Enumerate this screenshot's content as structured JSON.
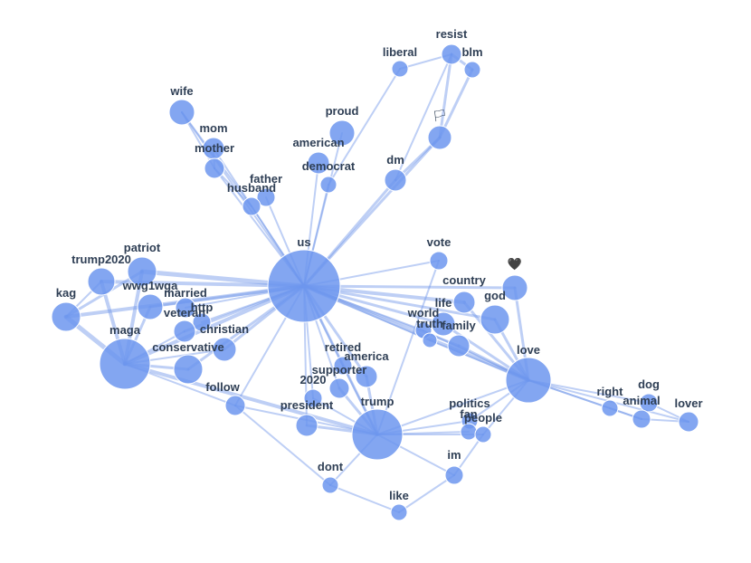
{
  "network": {
    "nodes": [
      {
        "id": "us",
        "label": "us",
        "size": 40
      },
      {
        "id": "trump",
        "label": "trump",
        "size": 28
      },
      {
        "id": "maga",
        "label": "maga",
        "size": 28
      },
      {
        "id": "love",
        "label": "love",
        "size": 25
      },
      {
        "id": "kag",
        "label": "kag",
        "size": 16
      },
      {
        "id": "trump2020",
        "label": "trump2020",
        "size": 15
      },
      {
        "id": "patriot",
        "label": "patriot",
        "size": 16
      },
      {
        "id": "wwg1wga",
        "label": "wwg1wga",
        "size": 14
      },
      {
        "id": "married",
        "label": "married",
        "size": 11
      },
      {
        "id": "http",
        "label": "http",
        "size": 10
      },
      {
        "id": "veteran",
        "label": "veteran",
        "size": 12
      },
      {
        "id": "christian",
        "label": "christian",
        "size": 13
      },
      {
        "id": "conservative",
        "label": "conservative",
        "size": 16
      },
      {
        "id": "follow",
        "label": "follow",
        "size": 11
      },
      {
        "id": "wife",
        "label": "wife",
        "size": 14
      },
      {
        "id": "mom",
        "label": "mom",
        "size": 12
      },
      {
        "id": "mother",
        "label": "mother",
        "size": 11
      },
      {
        "id": "father",
        "label": "father",
        "size": 10
      },
      {
        "id": "husband",
        "label": "husband",
        "size": 10
      },
      {
        "id": "proud",
        "label": "proud",
        "size": 14
      },
      {
        "id": "american",
        "label": "american",
        "size": 12
      },
      {
        "id": "democrat",
        "label": "democrat",
        "size": 9
      },
      {
        "id": "dm",
        "label": "dm",
        "size": 12
      },
      {
        "id": "liberal",
        "label": "liberal",
        "size": 9
      },
      {
        "id": "resist",
        "label": "resist",
        "size": 11
      },
      {
        "id": "blm",
        "label": "blm",
        "size": 9
      },
      {
        "id": "rainbow",
        "label": "🏳",
        "size": 13
      },
      {
        "id": "vote",
        "label": "vote",
        "size": 10
      },
      {
        "id": "country",
        "label": "country",
        "size": 12
      },
      {
        "id": "heart",
        "label": "🖤",
        "size": 14
      },
      {
        "id": "god",
        "label": "god",
        "size": 16
      },
      {
        "id": "life",
        "label": "life",
        "size": 13
      },
      {
        "id": "world",
        "label": "world",
        "size": 9
      },
      {
        "id": "truth",
        "label": "truth",
        "size": 8
      },
      {
        "id": "family",
        "label": "family",
        "size": 12
      },
      {
        "id": "retired",
        "label": "retired",
        "size": 10
      },
      {
        "id": "america",
        "label": "america",
        "size": 12
      },
      {
        "id": "supporter",
        "label": "supporter",
        "size": 11
      },
      {
        "id": "y2020",
        "label": "2020",
        "size": 10
      },
      {
        "id": "president",
        "label": "president",
        "size": 12
      },
      {
        "id": "politics",
        "label": "politics",
        "size": 9
      },
      {
        "id": "fan",
        "label": "fan",
        "size": 9
      },
      {
        "id": "people",
        "label": "people",
        "size": 9
      },
      {
        "id": "im",
        "label": "im",
        "size": 10
      },
      {
        "id": "dont",
        "label": "dont",
        "size": 9
      },
      {
        "id": "like",
        "label": "like",
        "size": 9
      },
      {
        "id": "right",
        "label": "right",
        "size": 9
      },
      {
        "id": "dog",
        "label": "dog",
        "size": 10
      },
      {
        "id": "animal",
        "label": "animal",
        "size": 10
      },
      {
        "id": "lover",
        "label": "lover",
        "size": 11
      }
    ],
    "edges": [
      [
        "us",
        "trump",
        3
      ],
      [
        "us",
        "maga",
        4
      ],
      [
        "us",
        "kag",
        4
      ],
      [
        "us",
        "trump2020",
        4
      ],
      [
        "us",
        "patriot",
        5
      ],
      [
        "us",
        "wwg1wga",
        3
      ],
      [
        "us",
        "married",
        2
      ],
      [
        "us",
        "http",
        2
      ],
      [
        "us",
        "veteran",
        3
      ],
      [
        "us",
        "christian",
        3
      ],
      [
        "us",
        "conservative",
        3
      ],
      [
        "us",
        "follow",
        2
      ],
      [
        "us",
        "wife",
        2
      ],
      [
        "us",
        "mom",
        2
      ],
      [
        "us",
        "mother",
        2
      ],
      [
        "us",
        "father",
        2
      ],
      [
        "us",
        "husband",
        2
      ],
      [
        "us",
        "proud",
        2
      ],
      [
        "us",
        "american",
        2
      ],
      [
        "us",
        "democrat",
        2
      ],
      [
        "us",
        "dm",
        3
      ],
      [
        "us",
        "rainbow",
        3
      ],
      [
        "us",
        "vote",
        2
      ],
      [
        "us",
        "country",
        4
      ],
      [
        "us",
        "heart",
        3
      ],
      [
        "us",
        "god",
        3
      ],
      [
        "us",
        "life",
        3
      ],
      [
        "us",
        "world",
        2
      ],
      [
        "us",
        "truth",
        2
      ],
      [
        "us",
        "family",
        3
      ],
      [
        "us",
        "love",
        4
      ],
      [
        "us",
        "retired",
        2
      ],
      [
        "us",
        "america",
        3
      ],
      [
        "us",
        "supporter",
        2
      ],
      [
        "us",
        "y2020",
        2
      ],
      [
        "us",
        "president",
        2
      ],
      [
        "maga",
        "trump",
        4
      ],
      [
        "maga",
        "kag",
        5
      ],
      [
        "maga",
        "trump2020",
        4
      ],
      [
        "maga",
        "patriot",
        4
      ],
      [
        "maga",
        "wwg1wga",
        3
      ],
      [
        "maga",
        "conservative",
        3
      ],
      [
        "maga",
        "follow",
        2
      ],
      [
        "maga",
        "christian",
        2
      ],
      [
        "maga",
        "veteran",
        2
      ],
      [
        "kag",
        "patriot",
        3
      ],
      [
        "kag",
        "trump2020",
        2
      ],
      [
        "trump",
        "president",
        3
      ],
      [
        "trump",
        "supporter",
        3
      ],
      [
        "trump",
        "america",
        3
      ],
      [
        "trump",
        "retired",
        2
      ],
      [
        "trump",
        "y2020",
        2
      ],
      [
        "trump",
        "follow",
        2
      ],
      [
        "trump",
        "dont",
        2
      ],
      [
        "trump",
        "politics",
        2
      ],
      [
        "trump",
        "fan",
        2
      ],
      [
        "trump",
        "people",
        2
      ],
      [
        "trump",
        "love",
        2
      ],
      [
        "trump",
        "vote",
        2
      ],
      [
        "trump",
        "im",
        2
      ],
      [
        "love",
        "god",
        3
      ],
      [
        "love",
        "country",
        3
      ],
      [
        "love",
        "life",
        3
      ],
      [
        "love",
        "family",
        3
      ],
      [
        "love",
        "heart",
        3
      ],
      [
        "love",
        "world",
        2
      ],
      [
        "love",
        "truth",
        2
      ],
      [
        "love",
        "right",
        2
      ],
      [
        "love",
        "dog",
        2
      ],
      [
        "love",
        "animal",
        2
      ],
      [
        "love",
        "lover",
        2
      ],
      [
        "love",
        "people",
        2
      ],
      [
        "love",
        "politics",
        2
      ],
      [
        "animal",
        "lover",
        2
      ],
      [
        "dog",
        "lover",
        2
      ],
      [
        "right",
        "animal",
        2
      ],
      [
        "rainbow",
        "resist",
        3
      ],
      [
        "rainbow",
        "blm",
        3
      ],
      [
        "rainbow",
        "dm",
        3
      ],
      [
        "resist",
        "blm",
        3
      ],
      [
        "resist",
        "liberal",
        2
      ],
      [
        "resist",
        "dm",
        2
      ],
      [
        "liberal",
        "democrat",
        2
      ],
      [
        "wife",
        "mother",
        2
      ],
      [
        "mom",
        "mother",
        2
      ],
      [
        "mother",
        "husband",
        2
      ],
      [
        "wife",
        "husband",
        2
      ],
      [
        "dont",
        "like",
        2
      ],
      [
        "like",
        "im",
        2
      ],
      [
        "im",
        "people",
        2
      ],
      [
        "follow",
        "dont",
        2
      ]
    ]
  }
}
